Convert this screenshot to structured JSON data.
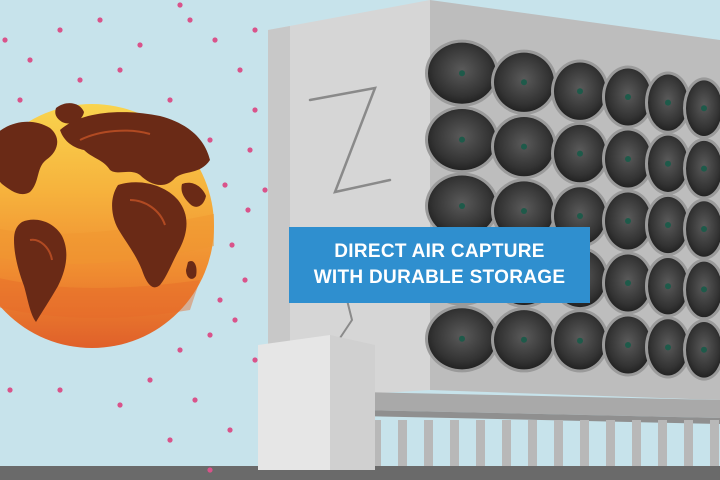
{
  "caption": {
    "line1": "DIRECT AIR CAPTURE",
    "line2": "WITH DURABLE STORAGE"
  },
  "colors": {
    "sky": "#c7e3eb",
    "caption_bg": "#2f8fcf",
    "caption_text": "#ffffff",
    "building": "#d6d6d6",
    "fan_dark": "#2e2e2e",
    "particles": "#d9538a",
    "globe_land": "#6a2a16",
    "globe_ocean": "#f4a53a"
  },
  "icons": {
    "globe": "earth-globe-icon",
    "fan": "fan-icon",
    "building": "air-capture-facility"
  }
}
